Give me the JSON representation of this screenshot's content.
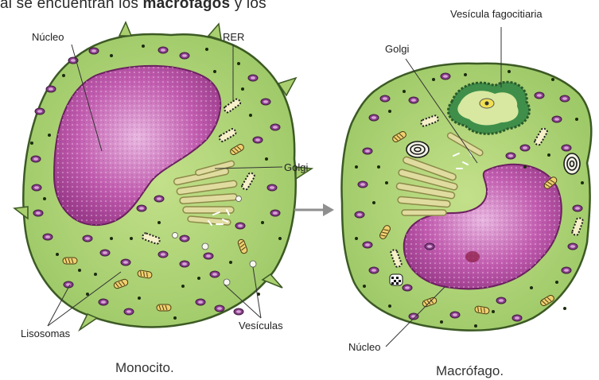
{
  "intro": {
    "prefix": "al se encuentran los ",
    "bold": "macrófagos",
    "suffix": " y los"
  },
  "monocyte": {
    "caption": "Monocito.",
    "labels": {
      "nucleus": "Núcleo",
      "rer": "RER",
      "golgi": "Golgi",
      "lysosomes": "Lisosomas",
      "vesicles": "Vesículas"
    }
  },
  "macrophage": {
    "caption": "Macrófago.",
    "labels": {
      "phagocytic_vesicle": "Vesícula fagocitiaria",
      "golgi": "Golgi",
      "nucleus": "Núcleo"
    }
  },
  "colors": {
    "cytoplasm": "#a9cf6f",
    "membrane": "#3c5a24",
    "nucleus": "#b0489a",
    "lysosome": "#8a3f8c",
    "golgi": "#e0dca0",
    "arrow": "#8f8f8f"
  }
}
